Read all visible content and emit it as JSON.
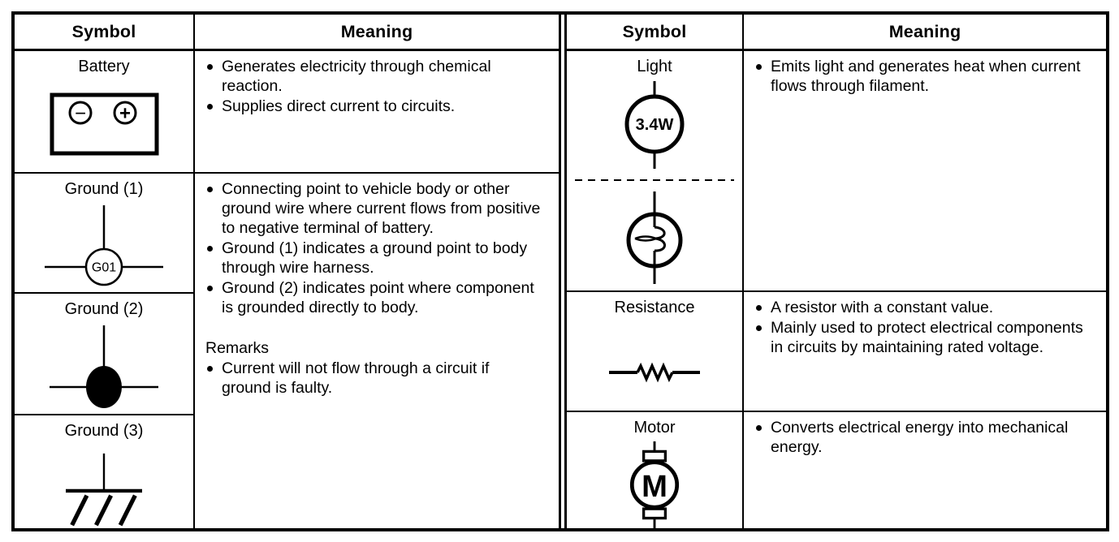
{
  "page": {
    "background": "#ffffff",
    "line_color": "#000000"
  },
  "left_table": {
    "header": {
      "symbol": "Symbol",
      "meaning": "Meaning"
    },
    "battery": {
      "label": "Battery",
      "minus_sign": "−",
      "plus_sign": "+",
      "bullets": [
        "Generates electricity through chemical reaction.",
        "Supplies direct current to circuits."
      ]
    },
    "ground1": {
      "label": "Ground (1)",
      "circle_text": "G01"
    },
    "ground2": {
      "label": "Ground (2)"
    },
    "ground3": {
      "label": "Ground (3)"
    },
    "ground_meaning": {
      "bullets": [
        "Connecting point to vehicle body or other ground wire where current flows from positive to negative terminal of battery.",
        "Ground (1) indicates a ground point to body through wire harness.",
        "Ground (2) indicates point where component is grounded directly to body."
      ],
      "remarks_label": "Remarks",
      "remarks_bullets": [
        "Current will not flow through a circuit if ground is faulty."
      ]
    }
  },
  "right_table": {
    "header": {
      "symbol": "Symbol",
      "meaning": "Meaning"
    },
    "light": {
      "label": "Light",
      "wattage": "3.4W",
      "bullets": [
        "Emits light and generates heat when current flows through filament."
      ]
    },
    "resistance": {
      "label": "Resistance",
      "bullets": [
        "A resistor with a constant value.",
        "Mainly used to protect electrical components in circuits by maintaining rated voltage."
      ]
    },
    "motor": {
      "label": "Motor",
      "letter": "M",
      "bullets": [
        "Converts electrical energy into mechanical energy."
      ]
    }
  }
}
